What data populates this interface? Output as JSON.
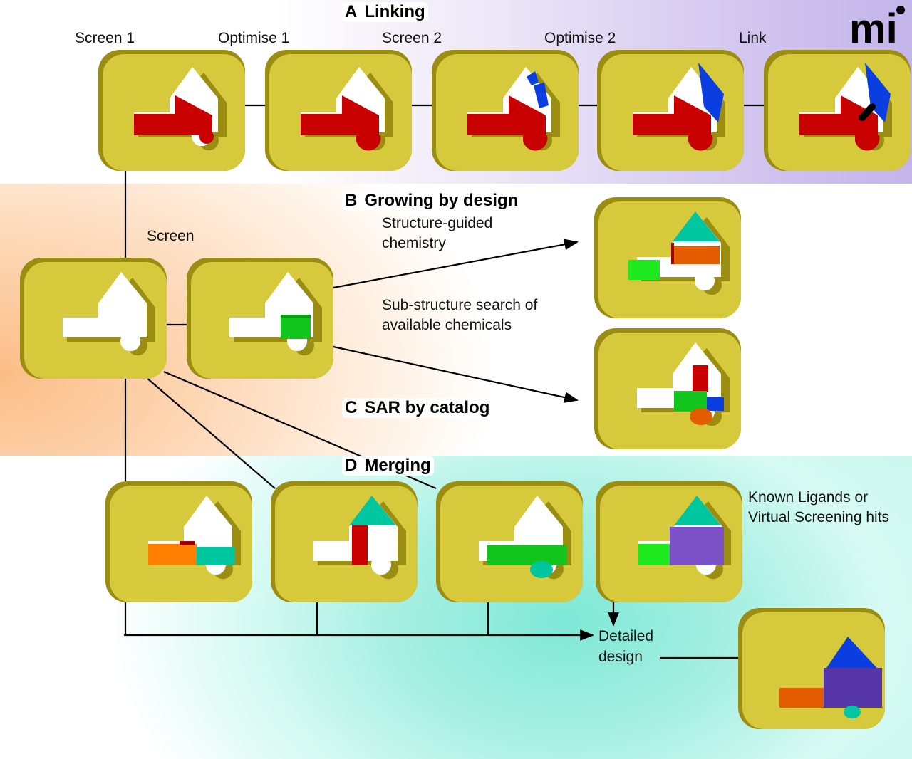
{
  "logo": {
    "text": "mi"
  },
  "sections": {
    "linking": {
      "letter": "A",
      "title": "Linking",
      "steps": [
        "Screen 1",
        "Optimise 1",
        "Screen 2",
        "Optimise 2",
        "Link"
      ]
    },
    "growing": {
      "letter": "B",
      "title": "Growing by design",
      "note_line1": "Structure-guided",
      "note_line2": "chemistry"
    },
    "sar": {
      "letter": "C",
      "title": "SAR by catalog",
      "note_line1": "Sub-structure search of",
      "note_line2": "available chemicals"
    },
    "merging": {
      "letter": "D",
      "title": "Merging",
      "note_line1": "Known Ligands or",
      "note_line2": "Virtual Screening hits"
    }
  },
  "labels": {
    "screen": "Screen",
    "detailed_line1": "Detailed",
    "detailed_line2": "design"
  },
  "colors": {
    "tile": "#d6c93c",
    "tile_shadow": "#9b8d12",
    "red": "#c80000",
    "blue": "#0a3ee0",
    "green": "#12c51c",
    "bright_green": "#1ee81e",
    "teal": "#00c69f",
    "orange": "#e35c00",
    "orange_light": "#ff8000",
    "purple": "#7b52c8",
    "purple_dark": "#5535a8"
  }
}
